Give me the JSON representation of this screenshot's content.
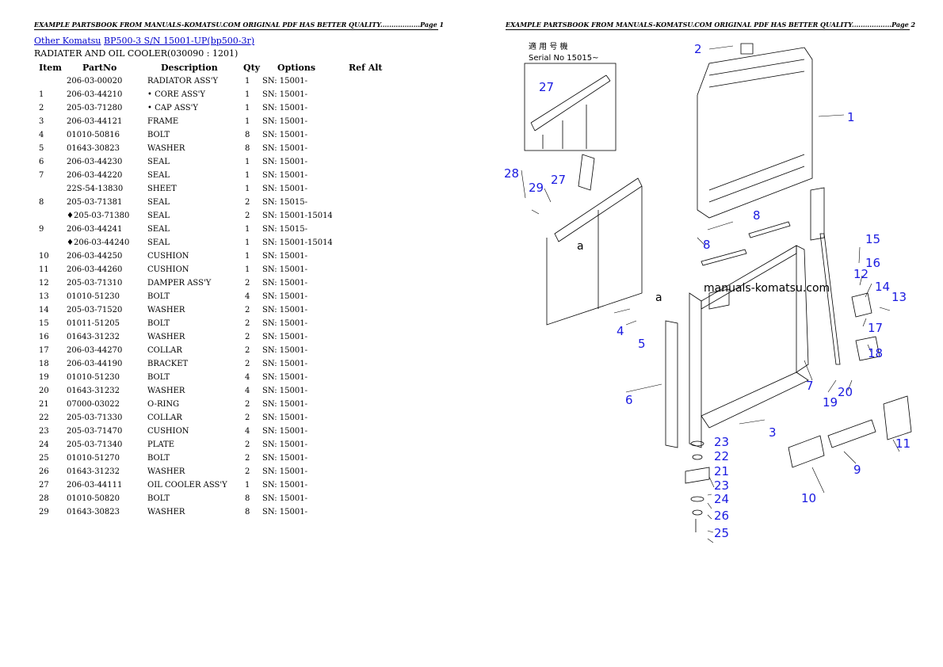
{
  "page1": {
    "banner": "EXAMPLE PARTSBOOK FROM MANUALS-KOMATSU.COM ORIGINAL PDF HAS BETTER QUALITY..................Page 1",
    "link_brand": "Other Komatsu",
    "link_model": "BP500-3 S/N 15001-UP(bp500-3r)",
    "subtitle": "RADIATER AND OIL COOLER(030090 : 1201)",
    "headers": {
      "item": "Item",
      "partno": "PartNo",
      "description": "Description",
      "qty": "Qty",
      "options": "Options",
      "refalt": "Ref Alt"
    },
    "rows": [
      {
        "item": "",
        "partno": "206-03-00020",
        "description": "RADIATOR ASS'Y",
        "qty": "1",
        "options": "SN: 15001-"
      },
      {
        "item": "1",
        "partno": "206-03-44210",
        "description": "• CORE ASS'Y",
        "qty": "1",
        "options": "SN: 15001-"
      },
      {
        "item": "2",
        "partno": "205-03-71280",
        "description": "• CAP ASS'Y",
        "qty": "1",
        "options": "SN: 15001-"
      },
      {
        "item": "3",
        "partno": "206-03-44121",
        "description": "FRAME",
        "qty": "1",
        "options": "SN: 15001-"
      },
      {
        "item": "4",
        "partno": "01010-50816",
        "description": "BOLT",
        "qty": "8",
        "options": "SN: 15001-"
      },
      {
        "item": "5",
        "partno": "01643-30823",
        "description": "WASHER",
        "qty": "8",
        "options": "SN: 15001-"
      },
      {
        "item": "6",
        "partno": "206-03-44230",
        "description": "SEAL",
        "qty": "1",
        "options": "SN: 15001-"
      },
      {
        "item": "7",
        "partno": "206-03-44220",
        "description": "SEAL",
        "qty": "1",
        "options": "SN: 15001-"
      },
      {
        "item": "",
        "partno": "22S-54-13830",
        "description": "SHEET",
        "qty": "1",
        "options": "SN: 15001-"
      },
      {
        "item": "8",
        "partno": "205-03-71381",
        "description": "SEAL",
        "qty": "2",
        "options": "SN: 15015-"
      },
      {
        "item": "",
        "partno": "♦205-03-71380",
        "description": "SEAL",
        "qty": "2",
        "options": "SN: 15001-15014"
      },
      {
        "item": "9",
        "partno": "206-03-44241",
        "description": "SEAL",
        "qty": "1",
        "options": "SN: 15015-"
      },
      {
        "item": "",
        "partno": "♦206-03-44240",
        "description": "SEAL",
        "qty": "1",
        "options": "SN: 15001-15014"
      },
      {
        "item": "10",
        "partno": "206-03-44250",
        "description": "CUSHION",
        "qty": "1",
        "options": "SN: 15001-"
      },
      {
        "item": "11",
        "partno": "206-03-44260",
        "description": "CUSHION",
        "qty": "1",
        "options": "SN: 15001-"
      },
      {
        "item": "12",
        "partno": "205-03-71310",
        "description": "DAMPER ASS'Y",
        "qty": "2",
        "options": "SN: 15001-"
      },
      {
        "item": "13",
        "partno": "01010-51230",
        "description": "BOLT",
        "qty": "4",
        "options": "SN: 15001-"
      },
      {
        "item": "14",
        "partno": "205-03-71520",
        "description": "WASHER",
        "qty": "2",
        "options": "SN: 15001-"
      },
      {
        "item": "15",
        "partno": "01011-51205",
        "description": "BOLT",
        "qty": "2",
        "options": "SN: 15001-"
      },
      {
        "item": "16",
        "partno": "01643-31232",
        "description": "WASHER",
        "qty": "2",
        "options": "SN: 15001-"
      },
      {
        "item": "17",
        "partno": "206-03-44270",
        "description": "COLLAR",
        "qty": "2",
        "options": "SN: 15001-"
      },
      {
        "item": "18",
        "partno": "206-03-44190",
        "description": "BRACKET",
        "qty": "2",
        "options": "SN: 15001-"
      },
      {
        "item": "19",
        "partno": "01010-51230",
        "description": "BOLT",
        "qty": "4",
        "options": "SN: 15001-"
      },
      {
        "item": "20",
        "partno": "01643-31232",
        "description": "WASHER",
        "qty": "4",
        "options": "SN: 15001-"
      },
      {
        "item": "21",
        "partno": "07000-03022",
        "description": "O-RING",
        "qty": "2",
        "options": "SN: 15001-"
      },
      {
        "item": "22",
        "partno": "205-03-71330",
        "description": "COLLAR",
        "qty": "2",
        "options": "SN: 15001-"
      },
      {
        "item": "23",
        "partno": "205-03-71470",
        "description": "CUSHION",
        "qty": "4",
        "options": "SN: 15001-"
      },
      {
        "item": "24",
        "partno": "205-03-71340",
        "description": "PLATE",
        "qty": "2",
        "options": "SN: 15001-"
      },
      {
        "item": "25",
        "partno": "01010-51270",
        "description": "BOLT",
        "qty": "2",
        "options": "SN: 15001-"
      },
      {
        "item": "26",
        "partno": "01643-31232",
        "description": "WASHER",
        "qty": "2",
        "options": "SN: 15001-"
      },
      {
        "item": "27",
        "partno": "206-03-44111",
        "description": "OIL COOLER ASS'Y",
        "qty": "1",
        "options": "SN: 15001-"
      },
      {
        "item": "28",
        "partno": "01010-50820",
        "description": "BOLT",
        "qty": "8",
        "options": "SN: 15001-"
      },
      {
        "item": "29",
        "partno": "01643-30823",
        "description": "WASHER",
        "qty": "8",
        "options": "SN: 15001-"
      }
    ]
  },
  "page2": {
    "banner": "EXAMPLE PARTSBOOK FROM MANUALS-KOMATSU.COM ORIGINAL PDF HAS BETTER QUALITY..................Page 2",
    "watermark": "manuals-komatsu.com",
    "inset_heading": "適 用 号 機",
    "inset_serial": "Serial  No 15015~",
    "detail_letter": "a",
    "callouts": [
      "1",
      "2",
      "3",
      "4",
      "5",
      "6",
      "7",
      "8",
      "8",
      "9",
      "10",
      "11",
      "12",
      "13",
      "14",
      "15",
      "16",
      "17",
      "18",
      "19",
      "20",
      "21",
      "22",
      "23",
      "23",
      "24",
      "25",
      "26",
      "27",
      "27",
      "28",
      "29"
    ]
  }
}
